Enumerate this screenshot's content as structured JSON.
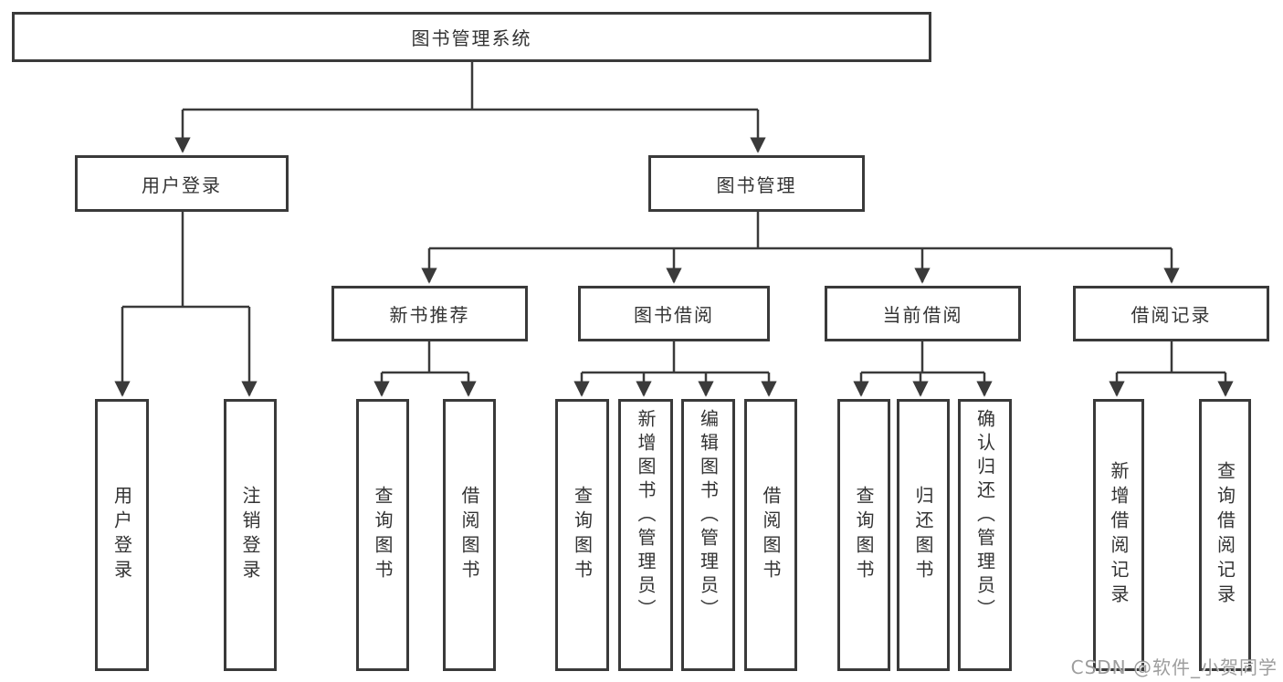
{
  "diagram_type": "hierarchy-tree",
  "colors": {
    "line": "#3a3a3a",
    "text": "#333333",
    "box_background": "#ffffff",
    "watermark": "#8c8c8c"
  },
  "watermark": "CSDN @软件_小贺同学",
  "tree": {
    "label": "图书管理系统",
    "children": [
      {
        "label": "用户登录",
        "children": [
          {
            "label": "用户登录"
          },
          {
            "label": "注销登录"
          }
        ]
      },
      {
        "label": "图书管理",
        "children": [
          {
            "label": "新书推荐",
            "children": [
              {
                "label": "查询图书"
              },
              {
                "label": "借阅图书"
              }
            ]
          },
          {
            "label": "图书借阅",
            "children": [
              {
                "label": "查询图书"
              },
              {
                "label": "新增图书（管理员）"
              },
              {
                "label": "编辑图书（管理员）"
              },
              {
                "label": "借阅图书"
              }
            ]
          },
          {
            "label": "当前借阅",
            "children": [
              {
                "label": "查询图书"
              },
              {
                "label": "归还图书"
              },
              {
                "label": "确认归还（管理员）"
              }
            ]
          },
          {
            "label": "借阅记录",
            "children": [
              {
                "label": "新增借阅记录"
              },
              {
                "label": "查询借阅记录"
              }
            ]
          }
        ]
      }
    ]
  }
}
